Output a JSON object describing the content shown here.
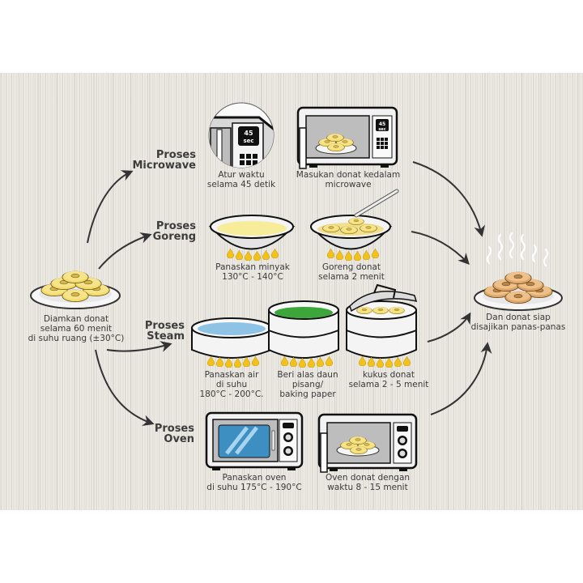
{
  "colors": {
    "background": "#e6e3dc",
    "text": "#3a3a3a",
    "arrow": "#333333",
    "flame": "#f2c21b",
    "oil": "#f7ec9a",
    "water": "#8fc3e6",
    "leaf": "#3da63a",
    "oven_window": "#3d8fc2",
    "donut": "#f4dc6a",
    "donut_fried": "#e8b877"
  },
  "start": {
    "icon": "donut-plate-icon",
    "lines": [
      "Diamkan donat",
      "selama 60 menit",
      "di suhu ruang (±30°C)"
    ]
  },
  "end": {
    "icon": "hot-donut-plate-icon",
    "lines": [
      "Dan donat siap",
      "disajikan panas-panas"
    ]
  },
  "processes": [
    {
      "title": [
        "Proses",
        "Microwave"
      ],
      "steps": [
        {
          "icon": "microwave-timer-icon",
          "timer": [
            "45",
            "sec"
          ],
          "lines": [
            "Atur waktu",
            "selama 45 detik"
          ]
        },
        {
          "icon": "microwave-donut-icon",
          "timer": [
            "45",
            "sec"
          ],
          "lines": [
            "Masukan donat kedalam",
            "microwave"
          ]
        }
      ]
    },
    {
      "title": [
        "Proses",
        "Goreng"
      ],
      "steps": [
        {
          "icon": "frying-pan-oil-icon",
          "lines": [
            "Panaskan minyak",
            "130°C - 140°C"
          ]
        },
        {
          "icon": "frying-pan-donut-icon",
          "lines": [
            "Goreng donat",
            "selama 2 menit"
          ]
        }
      ]
    },
    {
      "title": [
        "Proses",
        "Steam"
      ],
      "steps": [
        {
          "icon": "pot-water-icon",
          "lines": [
            "Panaskan air",
            "di suhu",
            "180°C - 200°C."
          ]
        },
        {
          "icon": "steamer-leaf-icon",
          "lines": [
            "Beri alas daun",
            "pisang/",
            "baking paper"
          ]
        },
        {
          "icon": "steamer-donut-icon",
          "lines": [
            "kukus donat",
            "selama 2 - 5 menit"
          ]
        }
      ]
    },
    {
      "title": [
        "Proses",
        "Oven"
      ],
      "steps": [
        {
          "icon": "oven-icon",
          "lines": [
            "Panaskan oven",
            "di suhu 175°C - 190°C"
          ]
        },
        {
          "icon": "oven-donut-icon",
          "lines": [
            "Oven donat dengan",
            "waktu 8 - 15 menit"
          ]
        }
      ]
    }
  ]
}
